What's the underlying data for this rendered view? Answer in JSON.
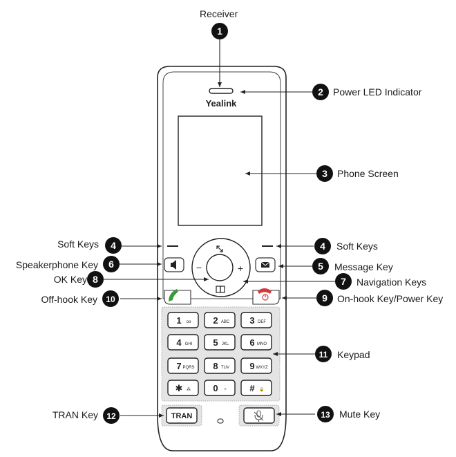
{
  "brand": "Yealink",
  "colors": {
    "line": "#222222",
    "marker": "#111111",
    "marker_text": "#ffffff",
    "offhook_green": "#3a9a3a",
    "onhook_red": "#d23a3a",
    "keypad_bg": "#e4e4e4",
    "body_fill": "#ffffff"
  },
  "callouts": [
    {
      "n": "1",
      "label": "Receiver"
    },
    {
      "n": "2",
      "label": "Power LED Indicator"
    },
    {
      "n": "3",
      "label": "Phone Screen"
    },
    {
      "n": "4",
      "label": "Soft Keys"
    },
    {
      "n": "4",
      "label": "Soft Keys"
    },
    {
      "n": "5",
      "label": "Message Key"
    },
    {
      "n": "6",
      "label": "Speakerphone Key"
    },
    {
      "n": "7",
      "label": "Navigation Keys"
    },
    {
      "n": "8",
      "label": "OK Key"
    },
    {
      "n": "9",
      "label": "On-hook Key/Power Key"
    },
    {
      "n": "10",
      "label": "Off-hook Key"
    },
    {
      "n": "11",
      "label": "Keypad"
    },
    {
      "n": "12",
      "label": "TRAN Key"
    },
    {
      "n": "13",
      "label": "Mute Key"
    }
  ],
  "keypad": [
    {
      "digit": "1",
      "sub": "oo"
    },
    {
      "digit": "2",
      "sub": "ABC"
    },
    {
      "digit": "3",
      "sub": "DEF"
    },
    {
      "digit": "4",
      "sub": "GHI"
    },
    {
      "digit": "5",
      "sub": "JKL"
    },
    {
      "digit": "6",
      "sub": "MNO"
    },
    {
      "digit": "7",
      "sub": "PQRS"
    },
    {
      "digit": "8",
      "sub": "TUV"
    },
    {
      "digit": "9",
      "sub": "WXYZ"
    },
    {
      "digit": "✱",
      "sub": "⁂"
    },
    {
      "digit": "0",
      "sub": "+"
    },
    {
      "digit": "#",
      "sub": "🔒"
    }
  ],
  "tran_label": "TRAN",
  "nav": {
    "minus": "−",
    "plus": "+"
  }
}
